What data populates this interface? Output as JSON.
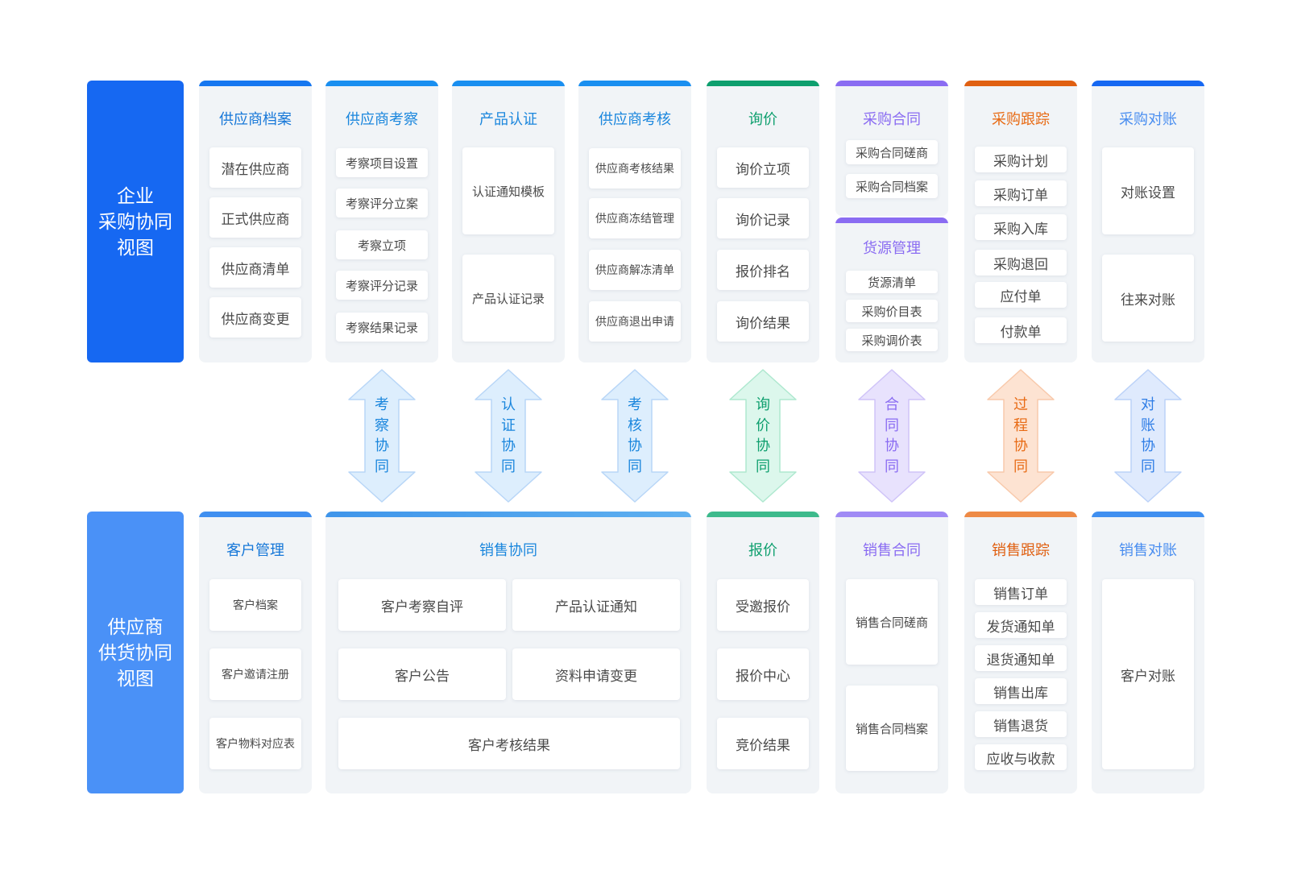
{
  "colors": {
    "enterprise": "#1668f2",
    "supplier": "#4a91f7",
    "column_bg": "#f1f4f7",
    "blue_title": "#1677d8",
    "green": "#0e9f6e",
    "purple": "#8a6cf2",
    "orange": "#e86b15",
    "sky": "#3f95ea"
  },
  "top": {
    "label_lines": [
      "企业",
      "采购协同",
      "视图"
    ],
    "supplier_file": {
      "title": "供应商档案",
      "items": [
        "潜在供应商",
        "正式供应商",
        "供应商清单",
        "供应商变更"
      ]
    },
    "supplier_inspect": {
      "title": "供应商考察",
      "items": [
        "考察项目设置",
        "考察评分立案",
        "考察立项",
        "考察评分记录",
        "考察结果记录"
      ]
    },
    "product_cert": {
      "title": "产品认证",
      "items": [
        "认证通知模板",
        "产品认证记录"
      ]
    },
    "supplier_assess": {
      "title": "供应商考核",
      "items": [
        "供应商考核结果",
        "供应商冻结管理",
        "供应商解冻清单",
        "供应商退出申请"
      ]
    },
    "inquiry": {
      "title": "询价",
      "items": [
        "询价立项",
        "询价记录",
        "报价排名",
        "询价结果"
      ]
    },
    "purchase_contract": {
      "title": "采购合同",
      "items": [
        "采购合同磋商",
        "采购合同档案"
      ]
    },
    "source_mgmt": {
      "title": "货源管理",
      "items": [
        "货源清单",
        "采购价目表",
        "采购调价表"
      ]
    },
    "purchase_track": {
      "title": "采购跟踪",
      "items": [
        "采购计划",
        "采购订单",
        "采购入库",
        "采购退回",
        "应付单",
        "付款单"
      ]
    },
    "purchase_recon": {
      "title": "采购对账",
      "items": [
        "对账设置",
        "往来对账"
      ]
    }
  },
  "arrows": [
    {
      "chars": [
        "考",
        "察",
        "协",
        "同"
      ]
    },
    {
      "chars": [
        "认",
        "证",
        "协",
        "同"
      ]
    },
    {
      "chars": [
        "考",
        "核",
        "协",
        "同"
      ]
    },
    {
      "chars": [
        "询",
        "价",
        "协",
        "同"
      ]
    },
    {
      "chars": [
        "合",
        "同",
        "协",
        "同"
      ]
    },
    {
      "chars": [
        "过",
        "程",
        "协",
        "同"
      ]
    },
    {
      "chars": [
        "对",
        "账",
        "协",
        "同"
      ]
    }
  ],
  "bottom": {
    "label_lines": [
      "供应商",
      "供货协同",
      "视图"
    ],
    "customer_mgmt": {
      "title": "客户管理",
      "items": [
        "客户档案",
        "客户邀请注册",
        "客户物料对应表"
      ]
    },
    "sales_collab": {
      "title": "销售协同",
      "items": [
        "客户考察自评",
        "产品认证通知",
        "客户公告",
        "资料申请变更",
        "客户考核结果"
      ]
    },
    "quote": {
      "title": "报价",
      "items": [
        "受邀报价",
        "报价中心",
        "竞价结果"
      ]
    },
    "sales_contract": {
      "title": "销售合同",
      "items": [
        "销售合同磋商",
        "销售合同档案"
      ]
    },
    "sales_track": {
      "title": "销售跟踪",
      "items": [
        "销售订单",
        "发货通知单",
        "退货通知单",
        "销售出库",
        "销售退货",
        "应收与收款"
      ]
    },
    "sales_recon": {
      "title": "销售对账",
      "items": [
        "客户对账"
      ]
    }
  }
}
